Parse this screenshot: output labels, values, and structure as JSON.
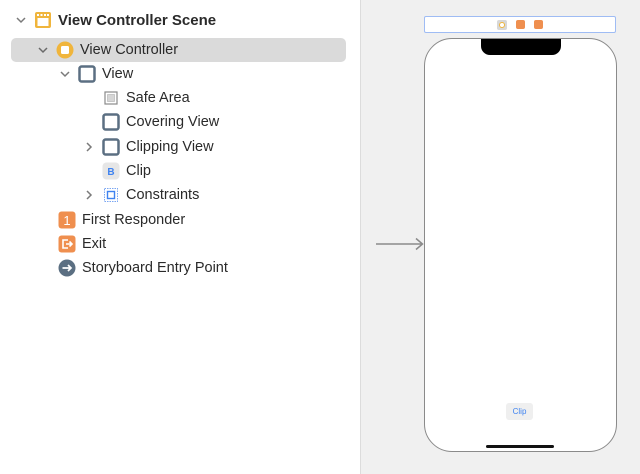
{
  "outline": {
    "items": [
      {
        "label": "View Controller Scene",
        "icon": "scene-icon",
        "indent": 0,
        "disclosure": "expanded",
        "bold": true
      },
      {
        "label": "View Controller",
        "icon": "view-controller-icon",
        "indent": 1,
        "disclosure": "expanded",
        "selected": true
      },
      {
        "label": "View",
        "icon": "view-icon",
        "indent": 2,
        "disclosure": "expanded"
      },
      {
        "label": "Safe Area",
        "icon": "safe-area-icon",
        "indent": 3,
        "disclosure": "none"
      },
      {
        "label": "Covering View",
        "icon": "view-icon",
        "indent": 3,
        "disclosure": "none"
      },
      {
        "label": "Clipping View",
        "icon": "view-icon",
        "indent": 3,
        "disclosure": "collapsed"
      },
      {
        "label": "Clip",
        "icon": "button-icon",
        "indent": 3,
        "disclosure": "none"
      },
      {
        "label": "Constraints",
        "icon": "constraints-icon",
        "indent": 3,
        "disclosure": "collapsed"
      },
      {
        "label": "First Responder",
        "icon": "first-responder-icon",
        "indent": 1,
        "disclosure": "none"
      },
      {
        "label": "Exit",
        "icon": "exit-icon",
        "indent": 1,
        "disclosure": "none"
      },
      {
        "label": "Storyboard Entry Point",
        "icon": "entry-point-icon",
        "indent": 1,
        "disclosure": "none"
      }
    ]
  },
  "canvas": {
    "scene_dock": [
      "view-controller-icon",
      "first-responder-icon",
      "exit-icon"
    ],
    "button_label": "Clip",
    "button_glyph": "B"
  },
  "colors": {
    "accent_orange": "#f0b53c",
    "responder_orange": "#ef8f4f",
    "view_slate": "#5b6f82",
    "button_blue": "#3f83f0",
    "selection_gray": "#dadada",
    "canvas_bg": "#f0f0f0"
  }
}
